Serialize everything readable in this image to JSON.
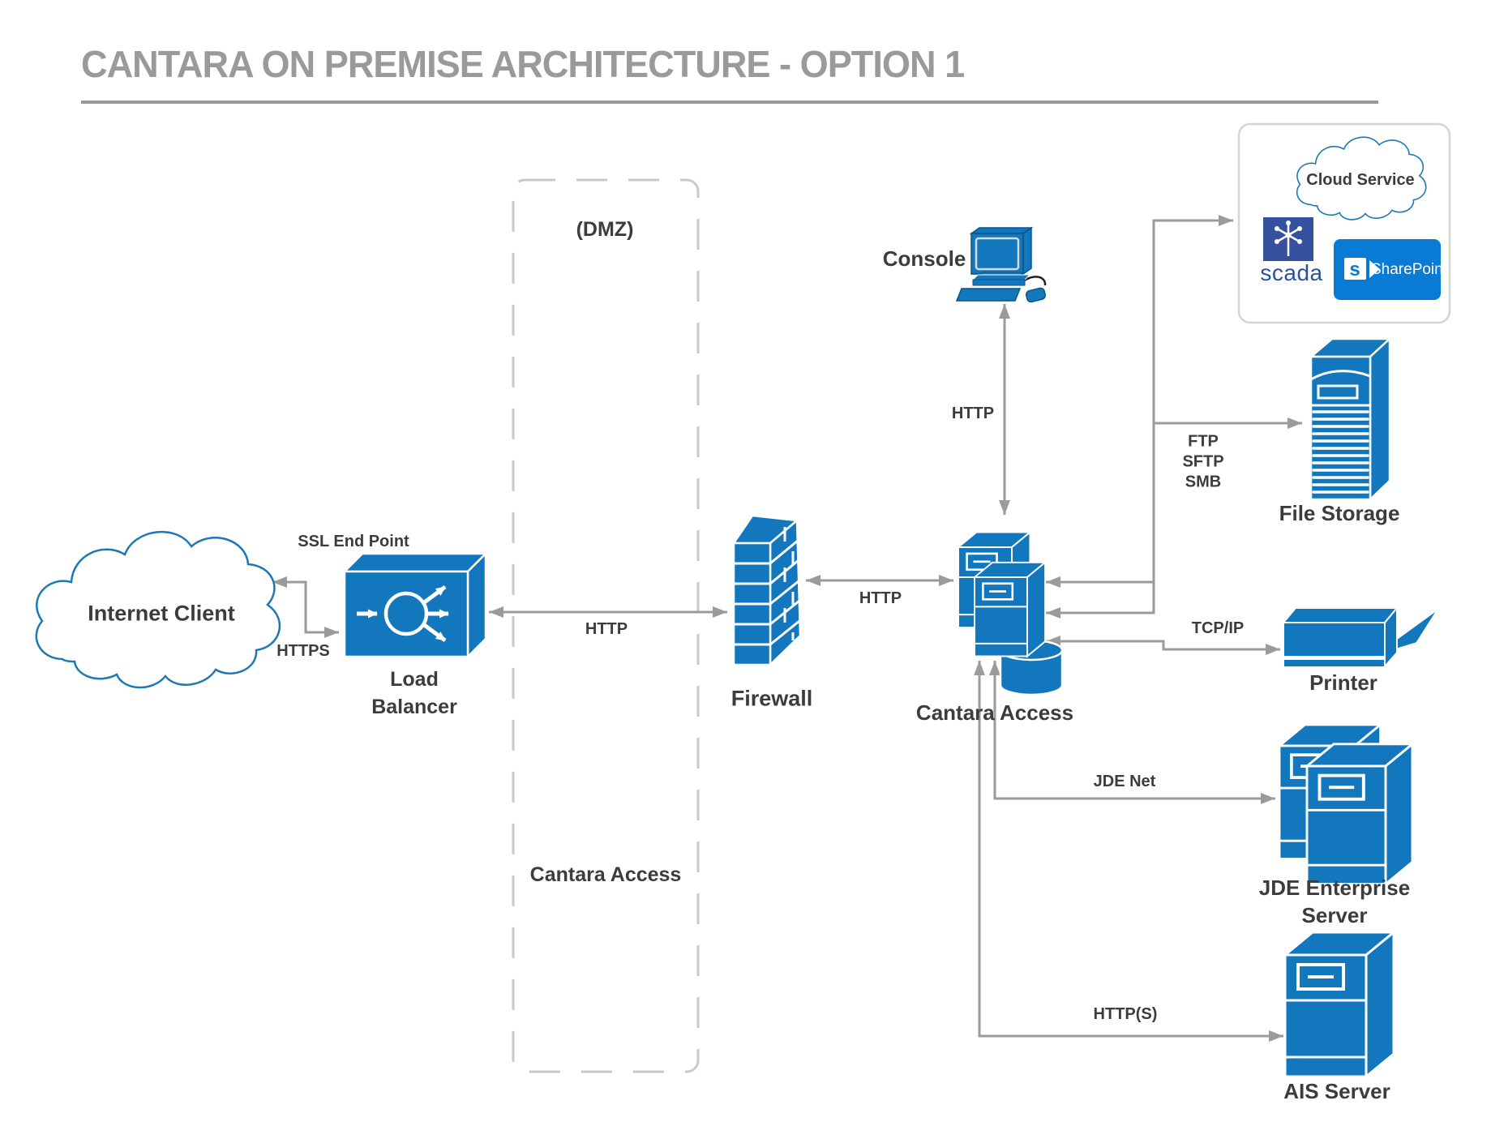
{
  "title": "CANTARA ON PREMISE ARCHITECTURE - OPTION 1",
  "zones": {
    "dmz": {
      "top_label": "(DMZ)",
      "bottom_label": "Cantara Access"
    }
  },
  "nodes": {
    "internet_client": {
      "label": "Internet Client"
    },
    "load_balancer": {
      "label": "Load\nBalancer",
      "annotation": "SSL End Point"
    },
    "firewall": {
      "label": "Firewall"
    },
    "console": {
      "label": "Console"
    },
    "cantara_access": {
      "label": "Cantara Access"
    },
    "cloud_service": {
      "label": "Cloud Service",
      "logos": {
        "scada": "scada",
        "sharepoint": "SharePoint",
        "sharepoint_glyph": "s"
      }
    },
    "file_storage": {
      "label": "File Storage"
    },
    "printer": {
      "label": "Printer"
    },
    "jde_enterprise_server": {
      "label": "JDE Enterprise Server"
    },
    "ais_server": {
      "label": "AIS Server"
    }
  },
  "edges": {
    "internet_to_lb": {
      "label": "HTTPS",
      "from": "internet_client",
      "to": "load_balancer"
    },
    "lb_to_firewall": {
      "label": "HTTP",
      "from": "load_balancer",
      "to": "firewall"
    },
    "firewall_to_cantara": {
      "label": "HTTP",
      "from": "firewall",
      "to": "cantara_access"
    },
    "cantara_to_console": {
      "label": "HTTP",
      "from": "cantara_access",
      "to": "console"
    },
    "cantara_to_cloud_service": {
      "label": "",
      "from": "cantara_access",
      "to": "cloud_service"
    },
    "cantara_to_file_storage": {
      "label": "FTP\nSFTP\nSMB",
      "from": "cantara_access",
      "to": "file_storage"
    },
    "cantara_to_printer": {
      "label": "TCP/IP",
      "from": "cantara_access",
      "to": "printer"
    },
    "cantara_to_jde": {
      "label": "JDE Net",
      "from": "cantara_access",
      "to": "jde_enterprise_server"
    },
    "cantara_to_ais": {
      "label": "HTTP(S)",
      "from": "cantara_access",
      "to": "ais_server"
    }
  },
  "colors": {
    "primary_blue": "#1377BD",
    "scada_navy": "#35519E",
    "scada_text_blue": "#2D50A0",
    "sharepoint_blue": "#0A7BD4",
    "line_gray": "#9B9B9B",
    "title_gray": "#9A9A9A",
    "text_dark": "#3C3C3C",
    "dmz_dash_gray": "#C9C9C9",
    "cloud_stroke_blue": "#1C79B2"
  }
}
